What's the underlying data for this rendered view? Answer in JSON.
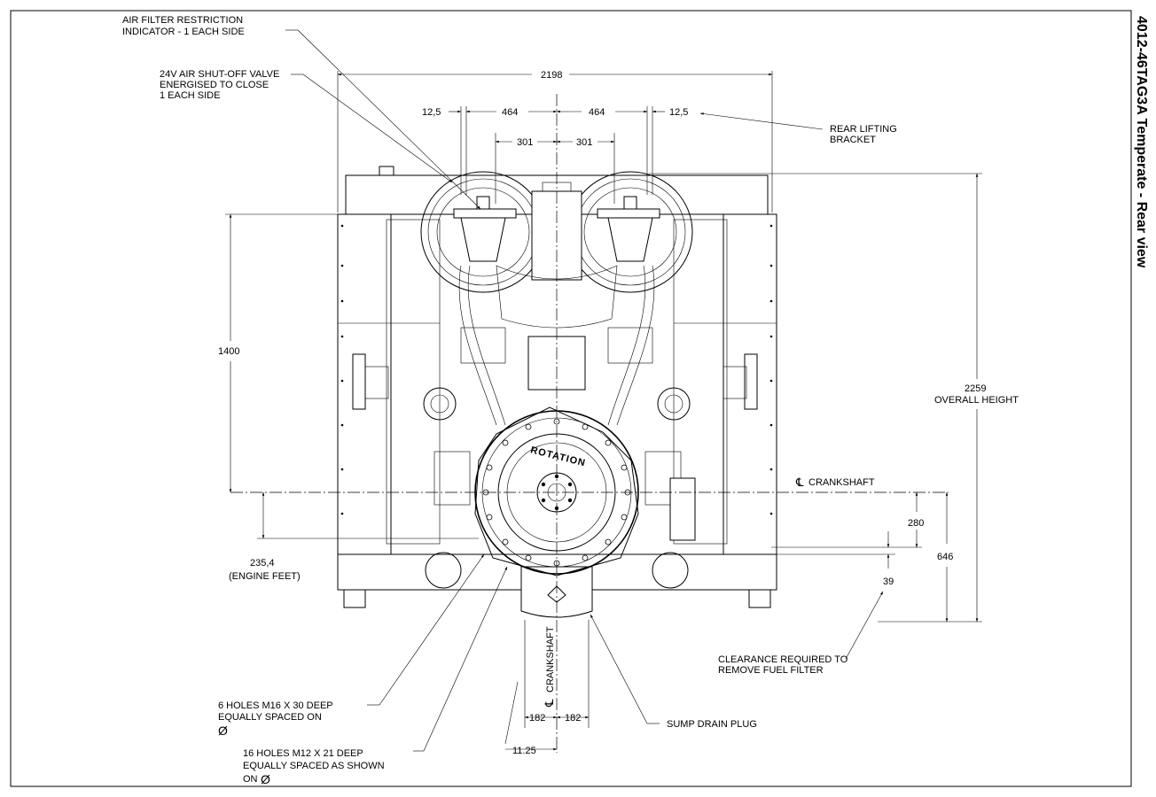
{
  "title": "4012-46TAG3A Temperate - Rear view",
  "annotations": {
    "air_filter_1": "AIR FILTER RESTRICTION",
    "air_filter_2": "INDICATOR - 1 EACH SIDE",
    "valve_1": "24V AIR SHUT-OFF VALVE",
    "valve_2": "ENERGISED TO CLOSE",
    "valve_3": "1 EACH SIDE",
    "rear_lifting_1": "REAR LIFTING",
    "rear_lifting_2": "BRACKET",
    "overall_height_value": "2259",
    "overall_height_label": "OVERALL HEIGHT",
    "crankshaft_h": "CRANKSHAFT",
    "crankshaft_v": "CRANKSHAFT",
    "engine_feet_value": "235,4",
    "engine_feet_label": "(ENGINE FEET)",
    "clearance_1": "CLEARANCE REQUIRED TO",
    "clearance_2": "REMOVE FUEL FILTER",
    "holes6_1": "6 HOLES M16 X 30 DEEP",
    "holes6_2": "EQUALLY SPACED ON",
    "holes16_1": "16 HOLES M12 X 21 DEEP",
    "holes16_2": "EQUALLY SPACED AS SHOWN",
    "holes16_3": "ON",
    "diameter_symbol": "Ø",
    "sump_drain": "SUMP DRAIN PLUG",
    "rotation": "ROTATION",
    "centerline_symbol": "℄"
  },
  "dimensions": {
    "d2198": "2198",
    "d12_5_left": "12,5",
    "d464_left": "464",
    "d464_right": "464",
    "d12_5_right": "12,5",
    "d301_left": "301",
    "d301_right": "301",
    "d1400": "1400",
    "d280": "280",
    "d646": "646",
    "d39": "39",
    "d182_left": "182",
    "d182_right": "182",
    "d11_25": "11.25"
  }
}
